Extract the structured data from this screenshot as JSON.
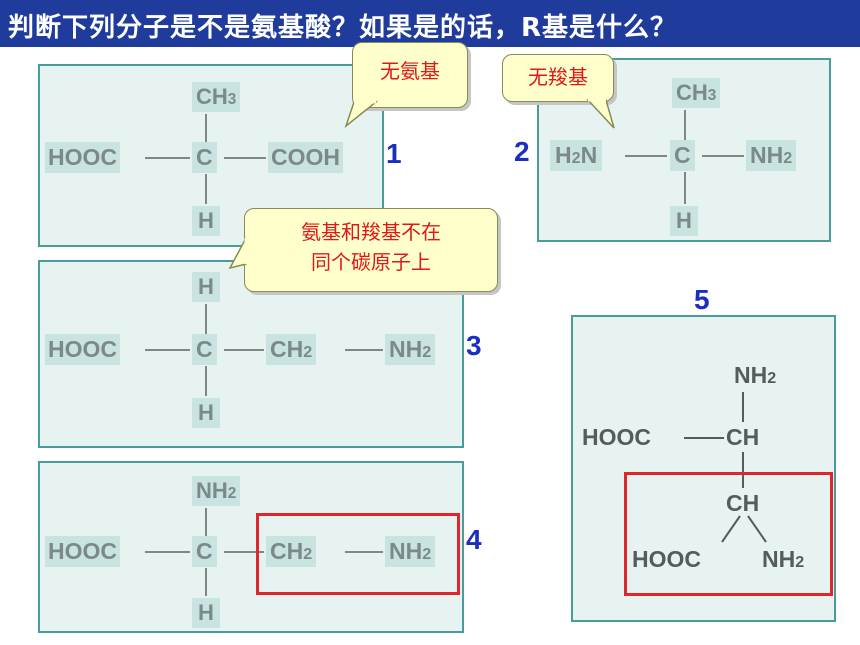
{
  "title": "判断下列分子是不是氨基酸？如果是的话，R基是什么？",
  "callouts": {
    "no_amino": "无氨基",
    "no_carboxyl": "无羧基",
    "not_same_carbon_line1": "氨基和羧基不在",
    "not_same_carbon_line2": "同个碳原子上"
  },
  "labels": {
    "m1": "1",
    "m2": "2",
    "m3": "3",
    "m4": "4",
    "m5": "5"
  },
  "groups": {
    "hooc": "HOOC",
    "cooh": "COOH",
    "c": "C",
    "ch": "CH",
    "h": "H",
    "ch_base": "CH",
    "nh_base": "NH",
    "n": "N",
    "sub2": "2",
    "sub3": "3"
  },
  "colors": {
    "title_bar": "#1f3b9c",
    "panel": "#e7f3f1",
    "panel_border": "#4a9c9a",
    "highlight_box": "#e0262b",
    "callout_text": "#e01818",
    "number": "#1a2fc0"
  }
}
